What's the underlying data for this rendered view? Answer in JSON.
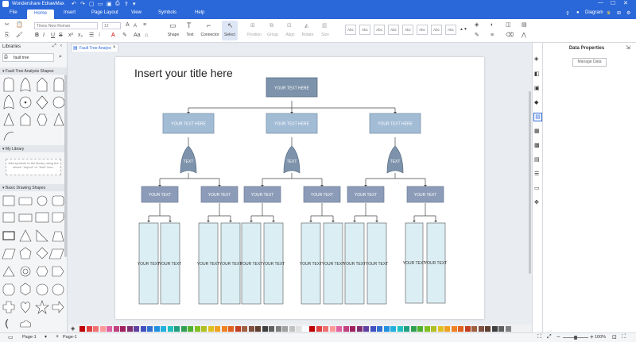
{
  "app": {
    "title": "Wondershare EdrawMax",
    "user_label": "Diagram"
  },
  "menu": {
    "items": [
      "File",
      "Home",
      "Insert",
      "Page Layout",
      "View",
      "Symbols",
      "Help"
    ],
    "active": "Home"
  },
  "ribbon": {
    "font_name": "Times New Roman",
    "font_size": "12",
    "tools": [
      "Shape",
      "Text",
      "Connector",
      "Select"
    ],
    "arrange_tools": [
      "Position",
      "Group",
      "Align",
      "Rotate",
      "Size"
    ],
    "style_label": "Abc"
  },
  "libraries": {
    "title": "Libraries",
    "search_value": "fault tree",
    "sections": [
      "Fault Tree Analysis Shapes",
      "My Library",
      "Basic Drawing Shapes"
    ],
    "my_library_hint": "Add symbols to the library using the above \"Import\" or \"Add\" icon."
  },
  "document_tab": {
    "label": "Fault Tree Analysis 1"
  },
  "diagram": {
    "title": "Insert your title here",
    "root_text": "YOUR TEXT HERE",
    "level1_text": "YOUR TEXT HERE",
    "gate_text": "TEXT",
    "level2_text": "YOUR TEXT",
    "leaf_text": "YOUR TEXT"
  },
  "right_panel": {
    "title": "Data Properties",
    "manage_button": "Manage Data"
  },
  "status": {
    "page_dropdown": "Page-1",
    "page_tab": "Page-1",
    "zoom": "100%"
  },
  "colors": {
    "accent": "#2a67d8",
    "root_fill": "#7d93ab",
    "level1_fill": "#a3bcd6",
    "gate_fill": "#7d93ab",
    "level2_fill": "#8c9cb8",
    "leaf_fill": "#dbeef3"
  }
}
